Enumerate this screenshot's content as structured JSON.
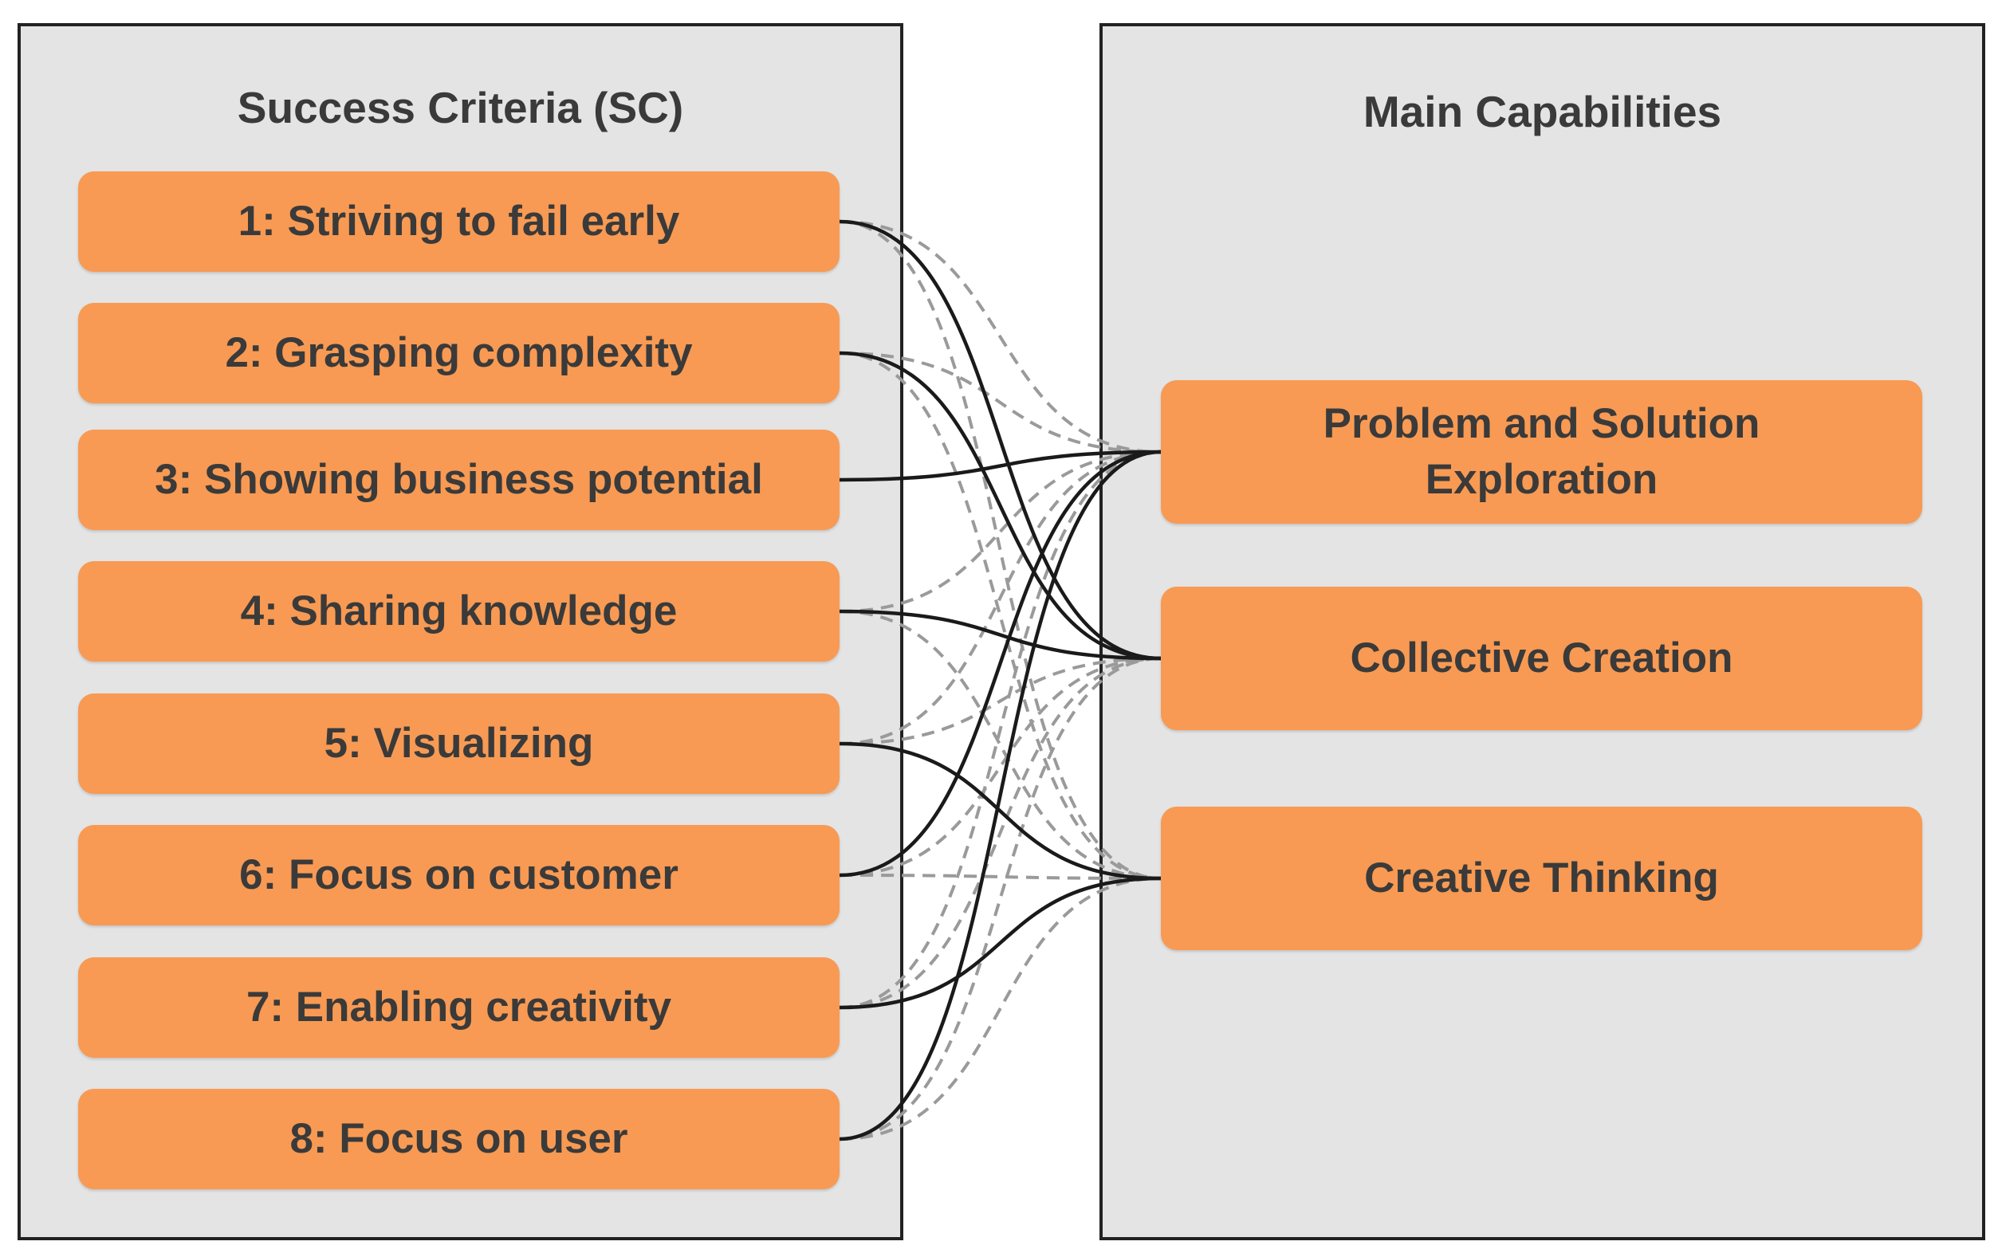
{
  "left_panel": {
    "title": "Success Criteria (SC)",
    "items": [
      "1: Striving to fail early",
      "2: Grasping complexity",
      "3: Showing business potential",
      "4: Sharing knowledge",
      "5: Visualizing",
      "6: Focus on customer",
      "7: Enabling creativity",
      "8: Focus on user"
    ]
  },
  "right_panel": {
    "title": "Main Capabilities",
    "items": [
      "Problem and Solution Exploration",
      "Collective Creation",
      "Creative Thinking"
    ]
  },
  "colors": {
    "panel_bg": "#e4e4e4",
    "panel_border": "#222222",
    "box_fill": "#f89a53",
    "text": "#3a3a3a",
    "strong_link": "#1a1a1a",
    "weak_link": "#9a9a9a"
  },
  "legend_note": "",
  "links": [
    {
      "from": 0,
      "to": 1,
      "style": "solid"
    },
    {
      "from": 0,
      "to": 0,
      "style": "dashed"
    },
    {
      "from": 0,
      "to": 2,
      "style": "dashed"
    },
    {
      "from": 1,
      "to": 1,
      "style": "solid"
    },
    {
      "from": 1,
      "to": 0,
      "style": "dashed"
    },
    {
      "from": 1,
      "to": 2,
      "style": "dashed"
    },
    {
      "from": 2,
      "to": 0,
      "style": "solid"
    },
    {
      "from": 3,
      "to": 1,
      "style": "solid"
    },
    {
      "from": 3,
      "to": 0,
      "style": "dashed"
    },
    {
      "from": 3,
      "to": 2,
      "style": "dashed"
    },
    {
      "from": 4,
      "to": 2,
      "style": "solid"
    },
    {
      "from": 4,
      "to": 0,
      "style": "dashed"
    },
    {
      "from": 4,
      "to": 1,
      "style": "dashed"
    },
    {
      "from": 5,
      "to": 0,
      "style": "solid"
    },
    {
      "from": 5,
      "to": 1,
      "style": "dashed"
    },
    {
      "from": 5,
      "to": 2,
      "style": "dashed"
    },
    {
      "from": 6,
      "to": 2,
      "style": "solid"
    },
    {
      "from": 6,
      "to": 0,
      "style": "dashed"
    },
    {
      "from": 6,
      "to": 1,
      "style": "dashed"
    },
    {
      "from": 7,
      "to": 0,
      "style": "solid"
    },
    {
      "from": 7,
      "to": 1,
      "style": "dashed"
    },
    {
      "from": 7,
      "to": 2,
      "style": "dashed"
    }
  ]
}
